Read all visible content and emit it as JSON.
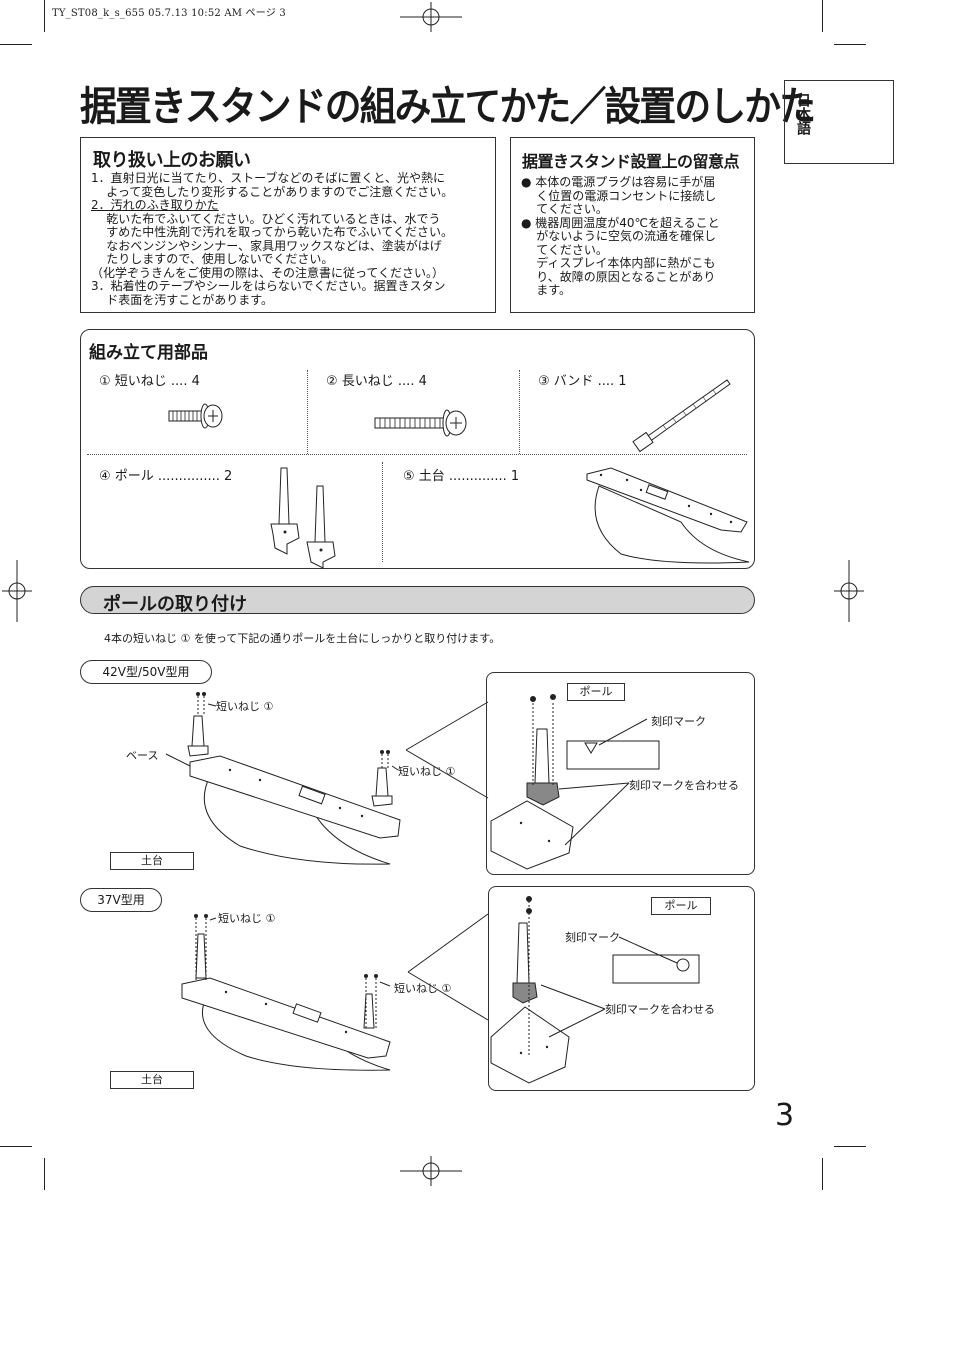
{
  "header_line": "TY_ST08_k_s_655  05.7.13 10:52 AM    ページ 3",
  "page_title": "据置きスタンドの組み立てかた／設置のしかた",
  "lang_tab": "日本語",
  "handling": {
    "heading": "取り扱い上のお願い",
    "lines": [
      "1．直射日光に当てたり、ストーブなどのそばに置くと、光や熱に",
      "    よって変色したり変形することがありますのでご注意ください。",
      "2．汚れのふき取りかた",
      "    乾いた布でふいてください。ひどく汚れているときは、水でう",
      "    すめた中性洗剤で汚れを取ってから乾いた布でふいてください。",
      "    なおベンジンやシンナー、家具用ワックスなどは、塗装がはげ",
      "    たりしますので、使用しないでください。",
      "（化学ぞうきんをご使用の際は、その注意書に従ってください。）",
      "3．粘着性のテープやシールをはらないでください。据置きスタン",
      "    ド表面を汚すことがあります。"
    ]
  },
  "install_notes": {
    "heading": "据置きスタンド設置上の留意点",
    "lines": [
      "● 本体の電源プラグは容易に手が届",
      "    く位置の電源コンセントに接続し",
      "    てください。",
      "● 機器周囲温度が40℃を超えること",
      "    がないように空気の流通を確保し",
      "    てください。",
      "    ディスプレイ本体内部に熱がこも",
      "    り、故障の原因となることがあり",
      "    ます。"
    ]
  },
  "parts": {
    "heading": "組み立て用部品",
    "items": [
      {
        "label": "① 短いねじ .... 4"
      },
      {
        "label": "② 長いねじ .... 4"
      },
      {
        "label": "③ バンド .... 1"
      },
      {
        "label": "④ ポール ............... 2"
      },
      {
        "label": "⑤ 土台 .............. 1"
      }
    ]
  },
  "section": {
    "title": "ポールの取り付け",
    "instruction": "4本の短いねじ ① を使って下記の通りポールを土台にしっかりと取り付けます。"
  },
  "fig42": {
    "model": "42V型/50V型用",
    "screw1": "短いねじ ①",
    "screw2": "短いねじ ①",
    "base_arrow": "ベース",
    "base_label": "土台",
    "pole_tag": "ポール",
    "mark": "刻印マーク",
    "align": "刻印マークを合わせる"
  },
  "fig37": {
    "model": "37V型用",
    "screw1": "短いねじ ①",
    "screw2": "短いねじ ①",
    "base_label": "土台",
    "pole_tag": "ポール",
    "mark": "刻印マーク",
    "align": "刻印マークを合わせる"
  },
  "page_number": "3"
}
